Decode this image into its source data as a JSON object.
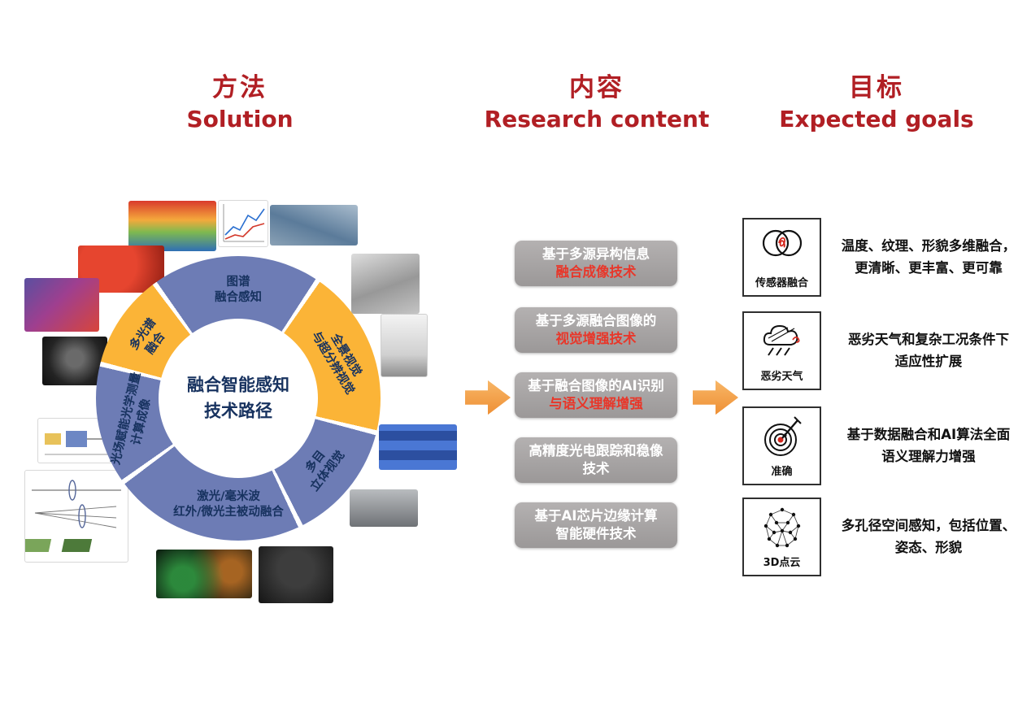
{
  "headers": {
    "solution": {
      "zh": "方法",
      "en": "Solution"
    },
    "research": {
      "zh": "内容",
      "en": "Research content"
    },
    "goals": {
      "zh": "目标",
      "en": "Expected goals"
    }
  },
  "colors": {
    "header_red": "#b11f24",
    "ring_blue": "#6d7cb5",
    "ring_yellow": "#fbb437",
    "ring_text_navy": "#17325f",
    "box_gray": "#a5a2a2",
    "highlight_red": "#e8372a",
    "arrow_orange": "#ee8e33"
  },
  "solution_ring": {
    "center_lines": [
      "融合智能感知",
      "技术路径"
    ],
    "segments": [
      {
        "name": "segment-map-fusion",
        "color": "blue",
        "lines": [
          "图谱",
          "融合感知"
        ]
      },
      {
        "name": "segment-panoramic-superres",
        "color": "yellow",
        "lines": [
          "全景视觉",
          "与超分辨视觉"
        ]
      },
      {
        "name": "segment-multi-eye-stereo",
        "color": "blue",
        "lines": [
          "多目",
          "立体视觉"
        ]
      },
      {
        "name": "segment-laser-mmwave",
        "color": "blue",
        "lines": [
          "激光/毫米波",
          "红外/微光主被动融合"
        ]
      },
      {
        "name": "segment-lightfield-computational",
        "color": "blue",
        "lines": [
          "光场赋能光学测量",
          "计算成像"
        ]
      },
      {
        "name": "segment-multispectral-fusion",
        "color": "yellow",
        "lines": [
          "多光谱",
          "融合"
        ]
      }
    ],
    "images": [
      "thermal-surface-image",
      "chart-image",
      "pipeline-image",
      "red-fruit-image",
      "spectral-image",
      "camera-lens-image",
      "cube-camera-image",
      "ptz-camera-image",
      "blocks-image",
      "stereo-camera-image",
      "gimbal-camera-image",
      "sonar-image",
      "optics-diagram-image",
      "measurement-diagram-image"
    ]
  },
  "research": {
    "boxes": [
      {
        "lines": [
          {
            "text": "基于多源异构信息"
          },
          {
            "text": "融合成像技术"
          }
        ]
      },
      {
        "lines": [
          {
            "text": "基于多源融合图像的"
          },
          {
            "text": "视觉增强技术"
          }
        ]
      },
      {
        "lines": [
          {
            "text": "基于融合图像的AI识别"
          },
          {
            "text": "与语义理解增强"
          }
        ]
      },
      {
        "lines": [
          {
            "text": "高精度光电跟踪和稳像"
          },
          {
            "text": "技术"
          }
        ]
      },
      {
        "lines": [
          {
            "text": "基于AI芯片边缘计算"
          },
          {
            "text": "智能硬件技术"
          }
        ]
      }
    ]
  },
  "goals": {
    "items": [
      {
        "icon": "venn-circles-icon",
        "label": "传感器融合",
        "desc_lines": [
          "温度、纹理、形貌多维融合，",
          "更清晰、更丰富、更可靠"
        ]
      },
      {
        "icon": "storm-weather-icon",
        "label": "恶劣天气",
        "desc_lines": [
          "恶劣天气和复杂工况条件下",
          "适应性扩展"
        ]
      },
      {
        "icon": "target-accuracy-icon",
        "label": "准确",
        "desc_lines": [
          "基于数据融合和AI算法全面",
          "语义理解力增强"
        ]
      },
      {
        "icon": "point-cloud-icon",
        "label": "3D点云",
        "desc_lines": [
          "多孔径空间感知，包括位置、",
          "姿态、形貌"
        ]
      }
    ]
  }
}
